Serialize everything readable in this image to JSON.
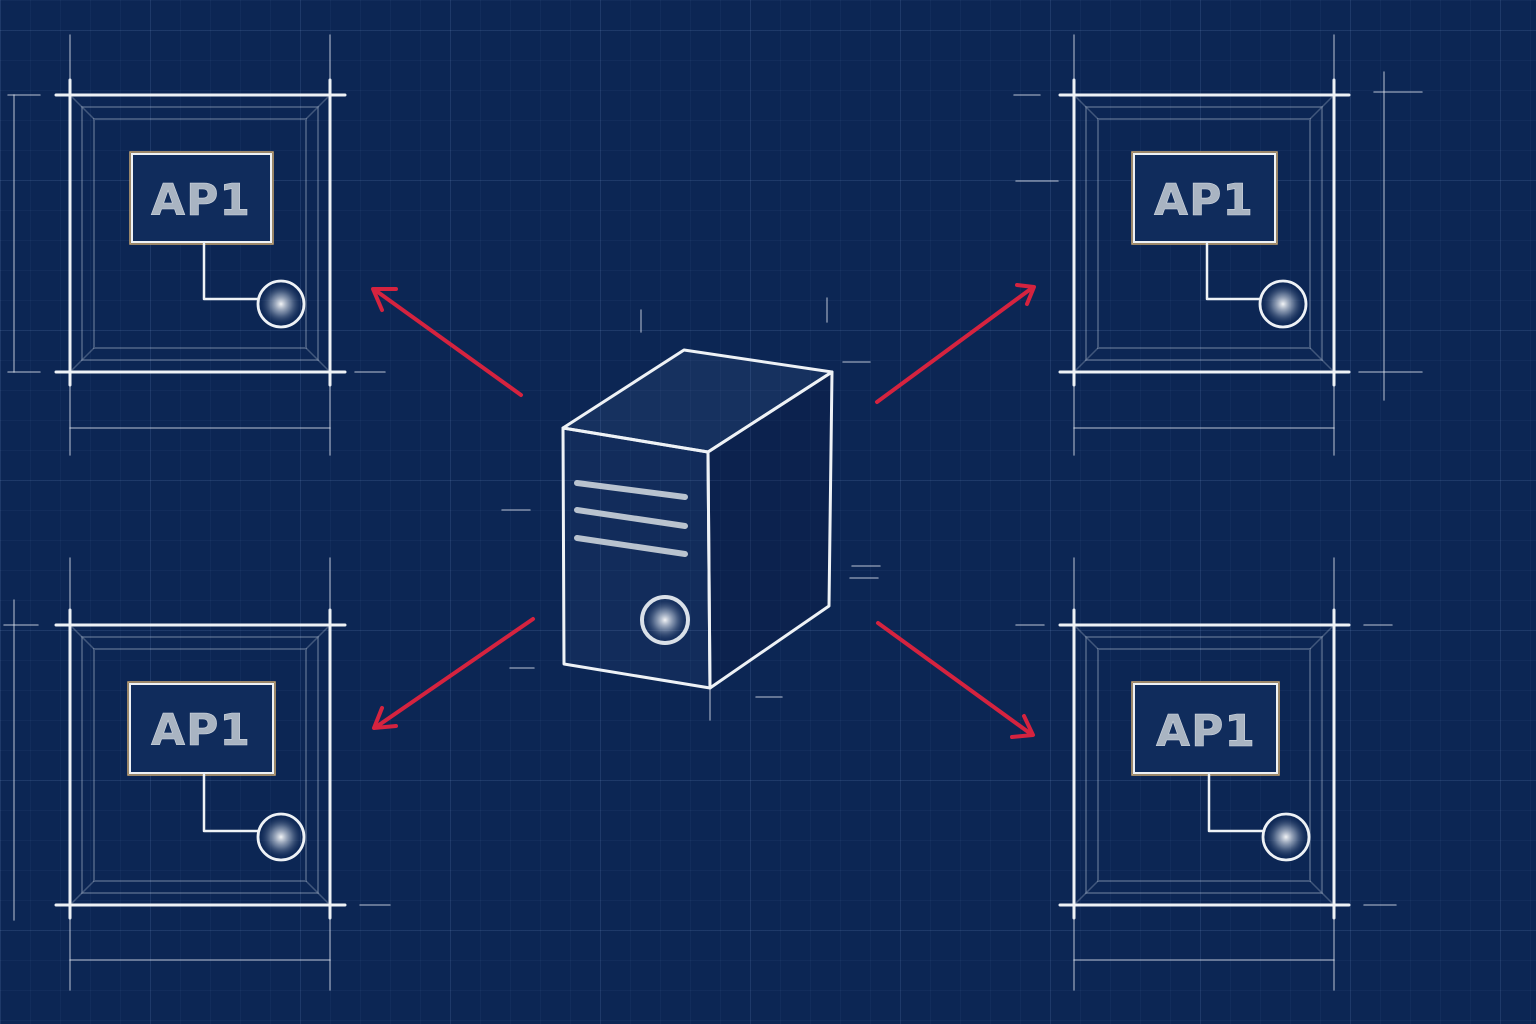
{
  "diagram": {
    "server": {
      "icon": "server-tower-icon"
    },
    "access_points": [
      {
        "label": "AP1",
        "position": "top-left"
      },
      {
        "label": "AP1",
        "position": "top-right"
      },
      {
        "label": "AP1",
        "position": "bottom-left"
      },
      {
        "label": "AP1",
        "position": "bottom-right"
      }
    ],
    "colors": {
      "background": "#0c2654",
      "chalk": "#eef2f6",
      "arrow": "#d5233f",
      "label_text": "#a9b4c2",
      "label_box_border": "#c9a670"
    }
  }
}
